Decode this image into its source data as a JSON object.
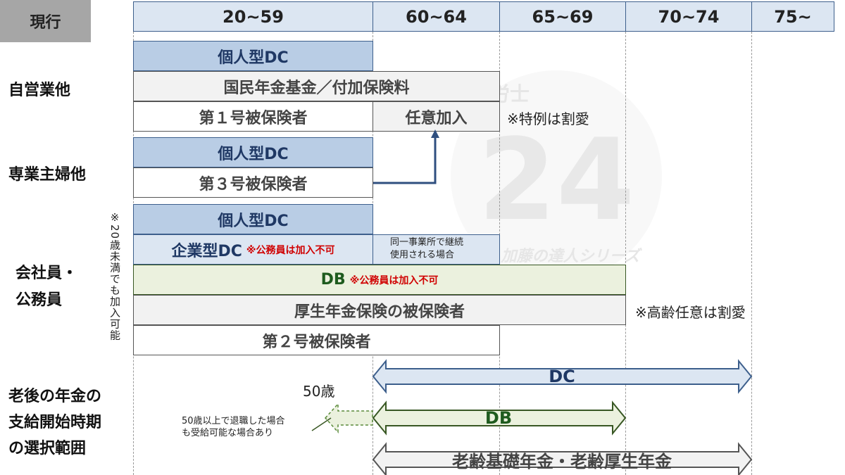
{
  "header": {
    "label": "現行",
    "ages": [
      "20~59",
      "60~64",
      "65~69",
      "70~74",
      "75~"
    ]
  },
  "self_employed": {
    "label": "自営業他",
    "idc": "個人型DC",
    "national_pension": "国民年金基金／付加保険料",
    "insured1": "第１号被保険者",
    "voluntary": "任意加入",
    "note": "※特例は割愛"
  },
  "homemaker": {
    "label": "専業主婦他",
    "idc": "個人型DC",
    "insured3": "第３号被保険者"
  },
  "employee": {
    "label_line1": "会社員・",
    "label_line2": "公務員",
    "side_note": "※20歳未満でも加入可能",
    "idc": "個人型DC",
    "cdc": "企業型DC",
    "cdc_note": "※公務員は加入不可",
    "continued_line1": "同一事業所で継続",
    "continued_line2": "使用される場合",
    "db": "DB",
    "db_note": "※公務員は加入不可",
    "welfare": "厚生年金保険の被保険者",
    "welfare_note": "※高齢任意は割愛",
    "insured2": "第２号被保険者"
  },
  "benefit": {
    "label_line1": "老後の年金の",
    "label_line2": "支給開始時期",
    "label_line3": "の選択範囲",
    "age50": "50歳",
    "early_line1": "50歳以上で退職した場合",
    "early_line2": "も受給可能な場合あり",
    "dc": "DC",
    "db": "DB",
    "public": "老齢基礎年金・老齢厚生年金"
  },
  "watermark": {
    "top": "社労士",
    "number": "24",
    "bottom": "加藤の達人シリーズ"
  },
  "colors": {
    "navy": "#3d5f8c",
    "dark_green": "#385723",
    "red_note": "#d00000"
  }
}
